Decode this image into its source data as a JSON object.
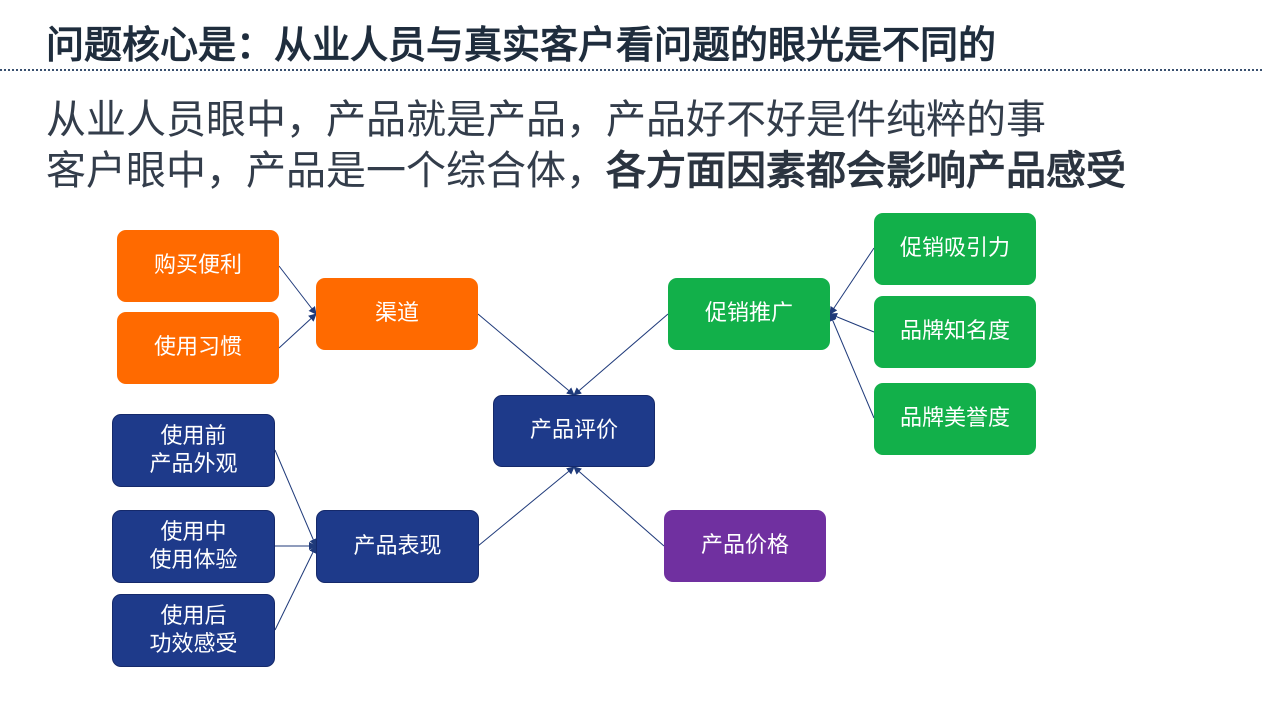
{
  "slide": {
    "title": "问题核心是：从业人员与真实客户看问题的眼光是不同的",
    "line1": "从业人员眼中，产品就是产品，产品好不好是件纯粹的事",
    "line2_regular": "客户眼中，产品是一个综合体，",
    "line2_bold": "各方面因素都会影响产品感受"
  },
  "diagram": {
    "nodes": {
      "purchase_convenience": "购买便利",
      "usage_habit": "使用习惯",
      "channel": "渠道",
      "before_use_line1": "使用前",
      "before_use_line2": "产品外观",
      "during_use_line1": "使用中",
      "during_use_line2": "使用体验",
      "after_use_line1": "使用后",
      "after_use_line2": "功效感受",
      "performance": "产品表现",
      "evaluation": "产品评价",
      "promotion": "促销推广",
      "promo_attraction": "促销吸引力",
      "brand_awareness": "品牌知名度",
      "brand_reputation": "品牌美誉度",
      "price": "产品价格"
    },
    "colors": {
      "orange": "#ff6a00",
      "navy": "#1e3a8a",
      "green": "#12b04a",
      "purple": "#7030a0",
      "arrow": "#1f3a7a"
    }
  }
}
